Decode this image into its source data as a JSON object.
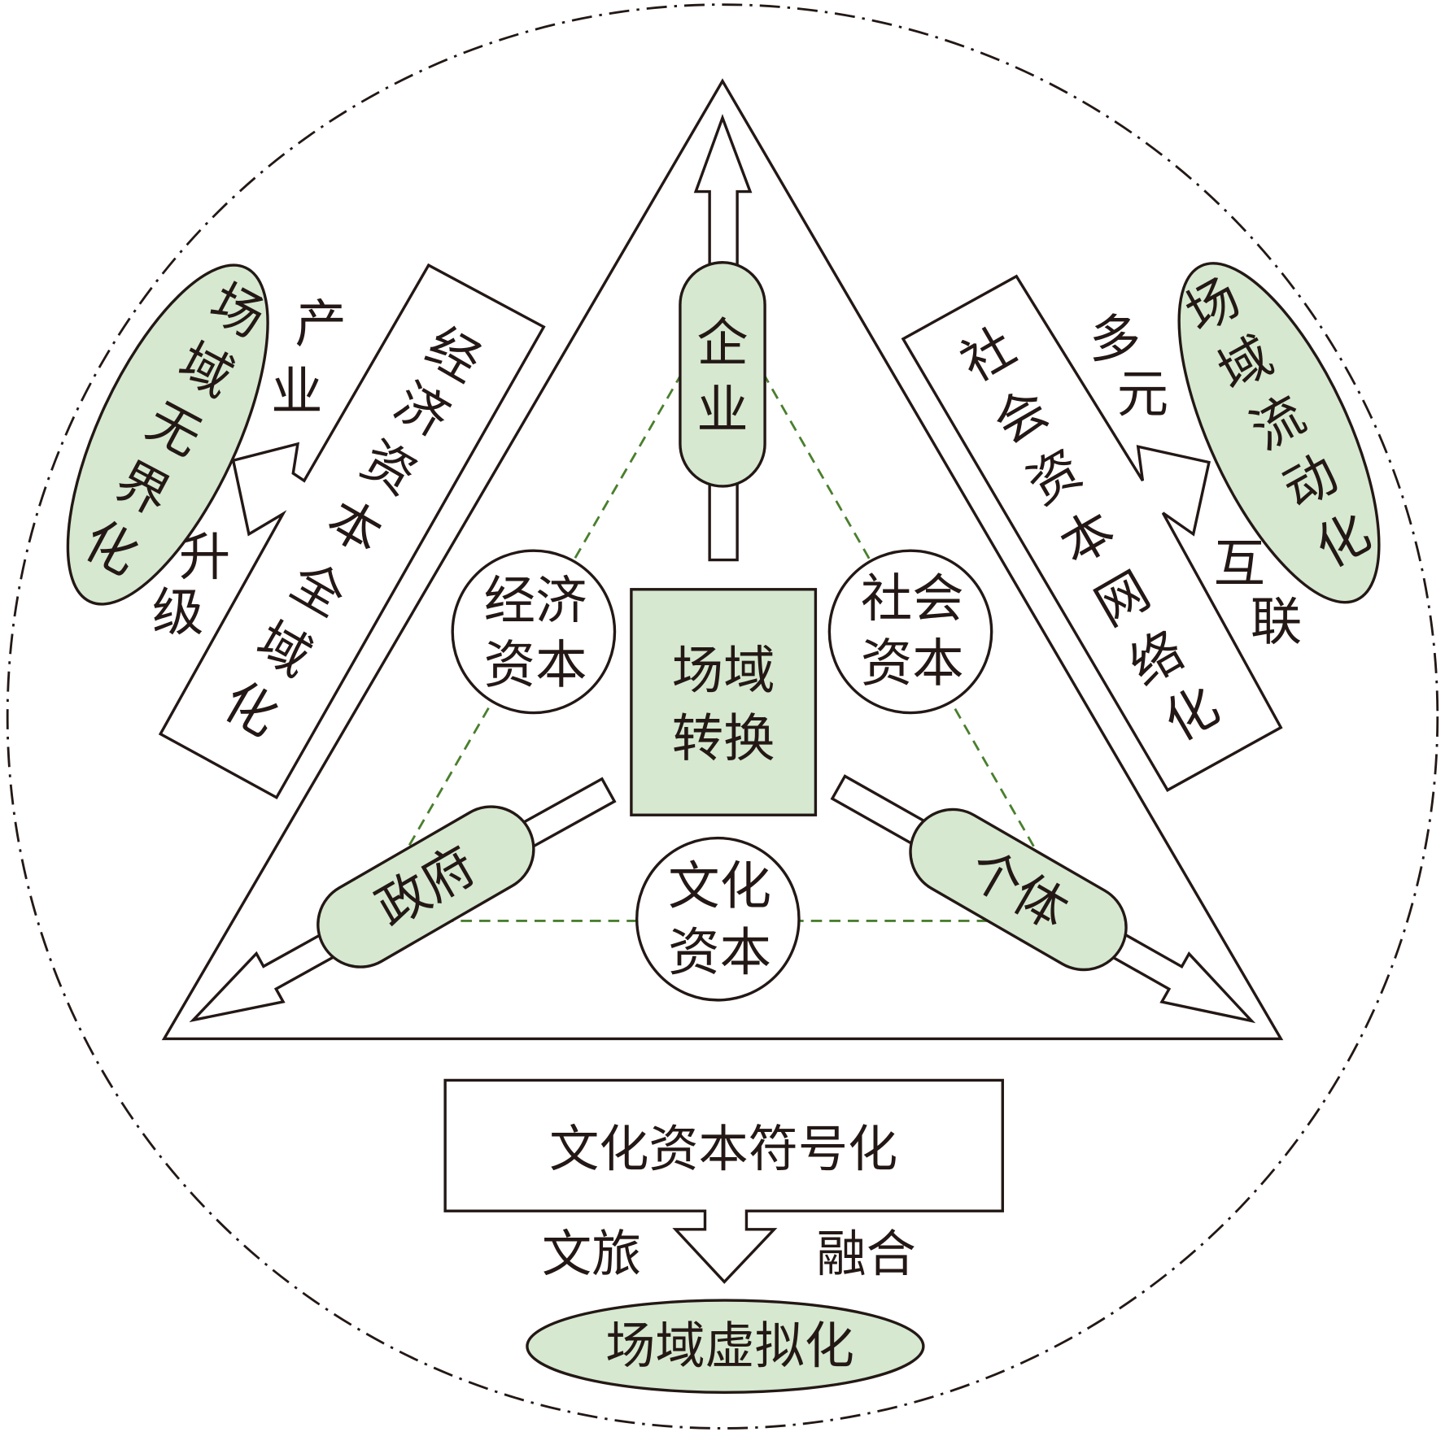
{
  "colors": {
    "green_fill": "#d6e8cf",
    "dash_green": "#4a7f2e",
    "line": "#231815"
  },
  "center": {
    "label_line1": "场域",
    "label_line2": "转换"
  },
  "capitals": {
    "economic": {
      "line1": "经济",
      "line2": "资本"
    },
    "social": {
      "line1": "社会",
      "line2": "资本"
    },
    "cultural": {
      "line1": "文化",
      "line2": "资本"
    }
  },
  "actors": {
    "enterprise": "企业",
    "government": "政府",
    "individual": "个体"
  },
  "left": {
    "box": "经济资本全域化",
    "above": "产业",
    "below": "升级",
    "result": "场域无界化"
  },
  "right": {
    "box": "社会资本网络化",
    "above": "多元",
    "below": "互联",
    "result": "场域流动化"
  },
  "bottom": {
    "box": "文化资本符号化",
    "left": "文旅",
    "right": "融合",
    "result": "场域虚拟化"
  }
}
